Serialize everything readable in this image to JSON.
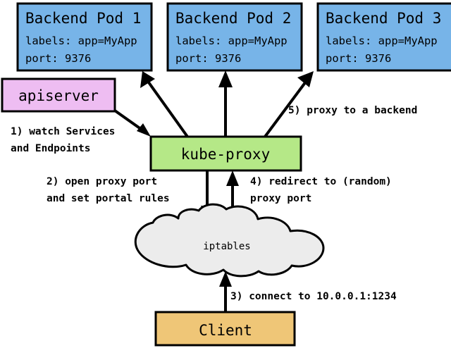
{
  "diagram": {
    "title": "kube-proxy service proxying flow",
    "background": "#ffffff",
    "colors": {
      "pod_fill": "#77b4e8",
      "apiserver_fill": "#eebdf2",
      "kubeproxy_fill": "#b5e887",
      "client_fill": "#efc677",
      "cloud_fill": "#ececec",
      "stroke": "#000000",
      "text": "#000000"
    },
    "nodes": [
      {
        "id": "backend-pod-1",
        "title": "Backend Pod 1",
        "labels_line": "labels: app=MyApp",
        "port_line": "port: 9376"
      },
      {
        "id": "backend-pod-2",
        "title": "Backend Pod 2",
        "labels_line": "labels: app=MyApp",
        "port_line": "port: 9376"
      },
      {
        "id": "backend-pod-3",
        "title": "Backend Pod 3",
        "labels_line": "labels: app=MyApp",
        "port_line": "port: 9376"
      }
    ],
    "apiserver": {
      "id": "apiserver",
      "title": "apiserver"
    },
    "kubeproxy": {
      "id": "kube-proxy",
      "title": "kube-proxy"
    },
    "iptables": {
      "id": "iptables",
      "title": "iptables"
    },
    "client": {
      "id": "client",
      "title": "Client"
    },
    "edges": [
      {
        "id": "edge-1-watch",
        "label_line1": "1) watch Services",
        "label_line2": "and Endpoints",
        "from": "apiserver",
        "to": "kube-proxy"
      },
      {
        "id": "edge-2-open-proxy-port",
        "label_line1": "2) open proxy port",
        "label_line2": "and set portal rules",
        "from": "kube-proxy",
        "to": "iptables"
      },
      {
        "id": "edge-3-connect",
        "label_line1": "3) connect to 10.0.0.1:1234",
        "label_line2": "",
        "from": "client",
        "to": "iptables"
      },
      {
        "id": "edge-4-redirect",
        "label_line1": "4) redirect to (random)",
        "label_line2": "proxy port",
        "from": "iptables",
        "to": "kube-proxy"
      },
      {
        "id": "edge-5-proxy-backend",
        "label_line1": "5) proxy to a backend",
        "label_line2": "",
        "from": "kube-proxy",
        "to": "backend-pod-3"
      }
    ]
  }
}
